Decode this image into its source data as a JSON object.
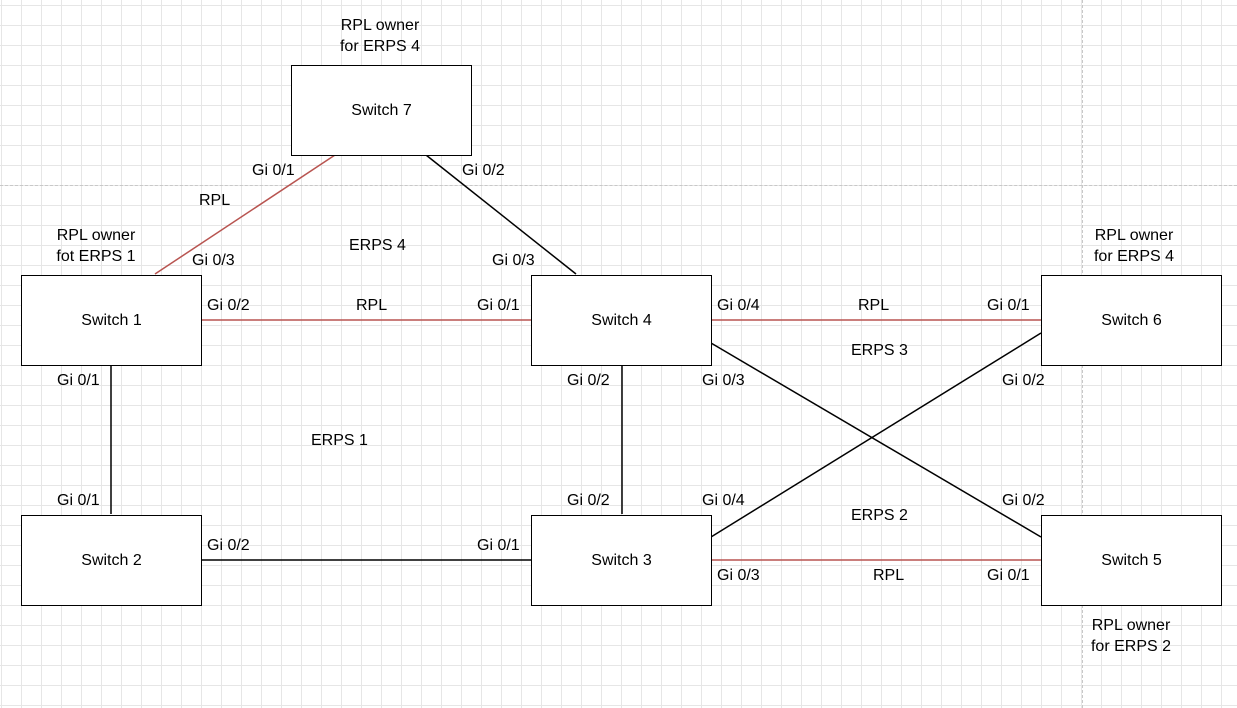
{
  "colors": {
    "link": "#000000",
    "rpl_link": "#b85450",
    "grid": "#e6e6e6",
    "guide": "#c8c8c8"
  },
  "switches": {
    "s1": "Switch 1",
    "s2": "Switch 2",
    "s3": "Switch 3",
    "s4": "Switch 4",
    "s5": "Switch 5",
    "s6": "Switch 6",
    "s7": "Switch 7"
  },
  "links": [
    {
      "from": "Switch 7",
      "to": "Switch 1",
      "from_port": "Gi 0/1",
      "to_port": "Gi 0/3",
      "rpl": true
    },
    {
      "from": "Switch 7",
      "to": "Switch 4",
      "from_port": "Gi 0/2",
      "to_port": "Gi 0/3",
      "rpl": false
    },
    {
      "from": "Switch 1",
      "to": "Switch 4",
      "from_port": "Gi 0/2",
      "to_port": "Gi 0/1",
      "rpl": true
    },
    {
      "from": "Switch 1",
      "to": "Switch 2",
      "from_port": "Gi 0/1",
      "to_port": "Gi 0/1",
      "rpl": false
    },
    {
      "from": "Switch 2",
      "to": "Switch 3",
      "from_port": "Gi 0/2",
      "to_port": "Gi 0/1",
      "rpl": false
    },
    {
      "from": "Switch 4",
      "to": "Switch 3",
      "from_port": "Gi 0/2",
      "to_port": "Gi 0/2",
      "rpl": false
    },
    {
      "from": "Switch 4",
      "to": "Switch 6",
      "from_port": "Gi 0/4",
      "to_port": "Gi 0/1",
      "rpl": true
    },
    {
      "from": "Switch 4",
      "to": "Switch 5",
      "from_port": "Gi 0/3",
      "to_port": "Gi 0/2",
      "rpl": false
    },
    {
      "from": "Switch 3",
      "to": "Switch 6",
      "from_port": "Gi 0/4",
      "to_port": "Gi 0/2",
      "rpl": false
    },
    {
      "from": "Switch 3",
      "to": "Switch 5",
      "from_port": "Gi 0/3",
      "to_port": "Gi 0/1",
      "rpl": true
    }
  ],
  "ports": {
    "s7_gi01": "Gi 0/1",
    "s7_gi02": "Gi 0/2",
    "s1_gi03": "Gi 0/3",
    "s1_gi02": "Gi 0/2",
    "s1_gi01": "Gi 0/1",
    "s2_gi01": "Gi 0/1",
    "s2_gi02": "Gi 0/2",
    "s3_gi01": "Gi 0/1",
    "s3_gi02": "Gi 0/2",
    "s3_gi04": "Gi 0/4",
    "s3_gi03": "Gi 0/3",
    "s4_gi03": "Gi 0/3",
    "s4_gi01": "Gi 0/1",
    "s4_gi04": "Gi 0/4",
    "s4_gi02": "Gi 0/2",
    "s4_gi03b": "Gi 0/3",
    "s6_gi01": "Gi 0/1",
    "s6_gi02": "Gi 0/2",
    "s5_gi02": "Gi 0/2",
    "s5_gi01": "Gi 0/1"
  },
  "rpl_labels": {
    "s7_s1": "RPL",
    "s1_s4": "RPL",
    "s4_s6": "RPL",
    "s3_s5": "RPL"
  },
  "rings": {
    "erps1": "ERPS 1",
    "erps2": "ERPS 2",
    "erps3": "ERPS 3",
    "erps4": "ERPS 4"
  },
  "owners": {
    "s7": [
      "RPL owner",
      "for ERPS 4"
    ],
    "s1": [
      "RPL owner",
      "fot ERPS 1"
    ],
    "s6": [
      "RPL owner",
      "for ERPS 4"
    ],
    "s5": [
      "RPL owner",
      "for ERPS 2"
    ]
  }
}
